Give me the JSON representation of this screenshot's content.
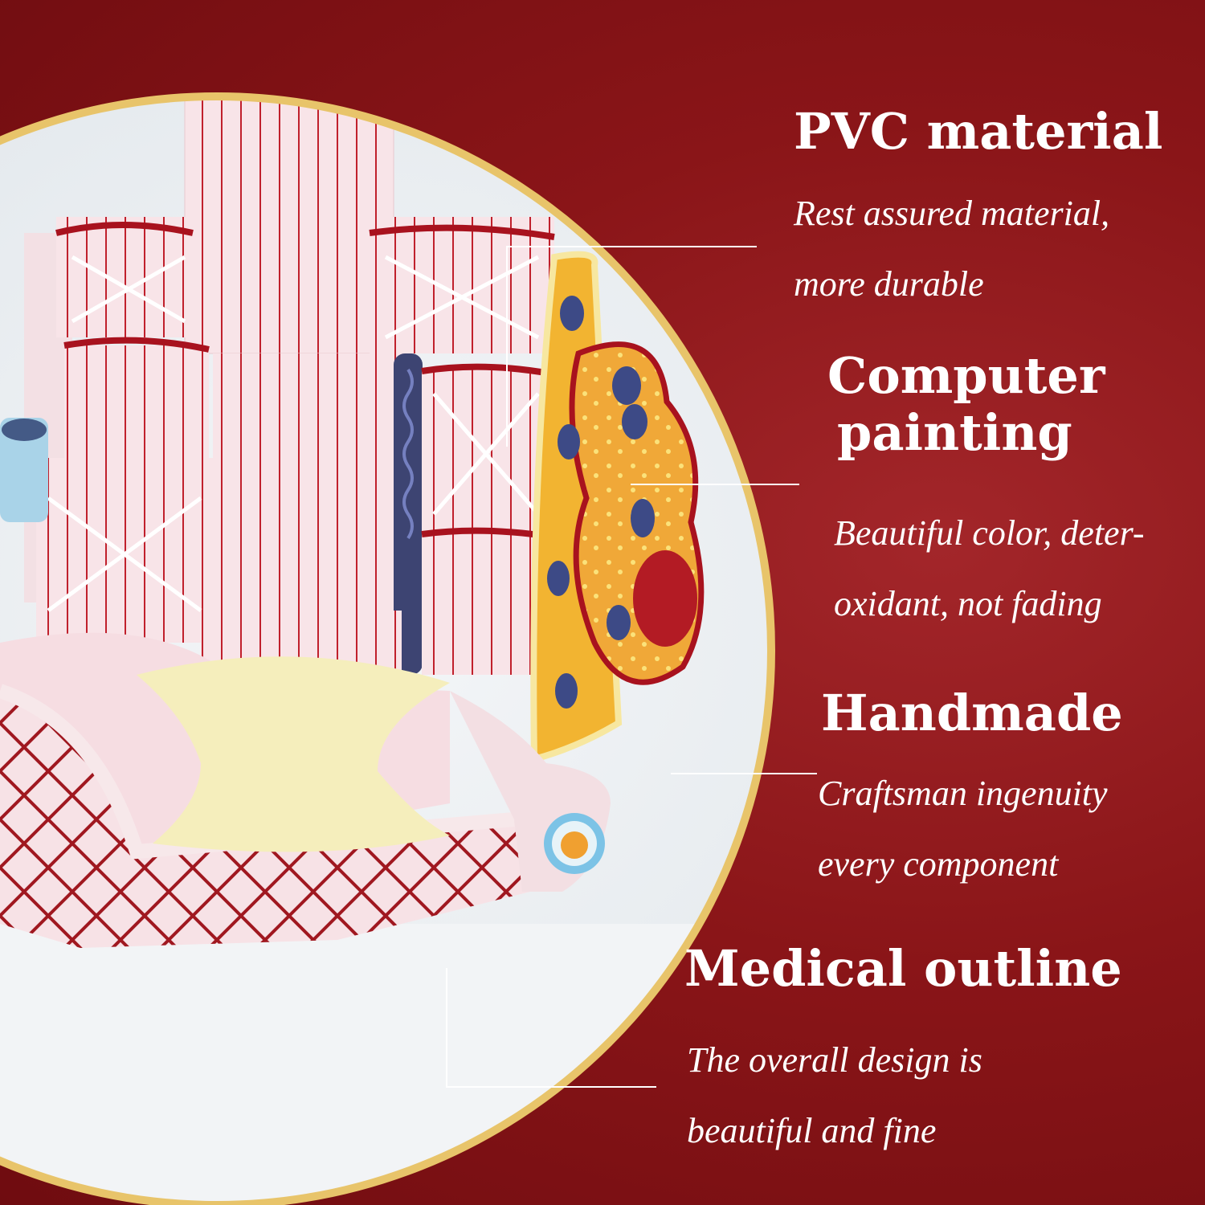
{
  "features": [
    {
      "title": "PVC material",
      "desc": [
        "Rest assured material,",
        "more durable"
      ]
    },
    {
      "title": [
        "Computer",
        "painting"
      ],
      "desc": [
        "Beautiful color, deter-",
        "oxidant, not fading"
      ]
    },
    {
      "title": "Handmade",
      "desc": [
        "Craftsman ingenuity",
        "every component"
      ]
    },
    {
      "title": "Medical outline",
      "desc": [
        "The overall design is",
        "beautiful and fine"
      ]
    }
  ],
  "colors": {
    "background": "#8a1518",
    "circle_border": "#e8c46a",
    "text": "#ffffff",
    "muscle_red": "#b31b24",
    "fiber_pink": "#f6dde2",
    "cell_yellow": "#f2b431",
    "nucleus_blue": "#3d4a86",
    "cartilage_cream": "#f5eebc"
  },
  "image": {
    "subject": "skeletal muscle fiber anatomical model",
    "icon": "muscle-model-illustration"
  }
}
